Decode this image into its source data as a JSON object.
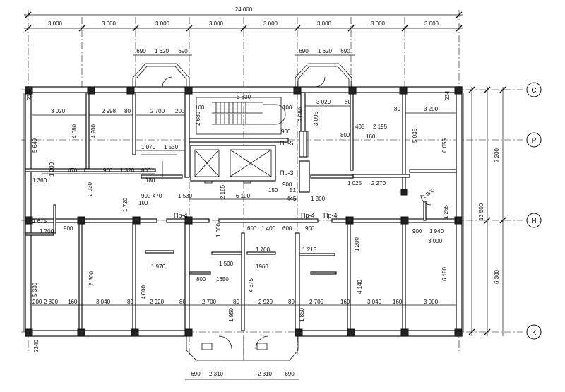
{
  "dimensions": {
    "overall_width": "24 000",
    "bays": [
      "3 000",
      "3 000",
      "3 000",
      "3 000",
      "3 000",
      "3 000",
      "3 000",
      "3 000"
    ],
    "right": [
      "7 200",
      "13 500",
      "6 300"
    ]
  },
  "bay_top": {
    "left": [
      "690",
      "1 620",
      "690"
    ],
    "right": [
      "690",
      "1 620",
      "690"
    ]
  },
  "bottom_dims": [
    "690",
    "2 310",
    "2 310",
    "690"
  ],
  "axes": [
    "С",
    "Р",
    "Н",
    "К"
  ],
  "openings": [
    "Пр-5",
    "Пр-3",
    "Пр-4",
    "Пр-4",
    "Пр-4"
  ],
  "upper": {
    "w1": "3 020",
    "w2": "2 998",
    "w3": "2 700",
    "w4": "3 020",
    "w5": "3 200",
    "s1": "80",
    "s2": "200",
    "s3": "80",
    "s4": "80",
    "s5": "234",
    "s6": "100",
    "h1": "5 640",
    "h2": "4 080",
    "h3": "4 200",
    "h4": "2 680",
    "h5": "2 080",
    "h6": "3 095",
    "h7": "5 035",
    "h8": "6 055",
    "stair": "5 830",
    "d900": "900",
    "d800": "800",
    "d405": "405",
    "d2195": "2 195",
    "d160": "160"
  },
  "mid": {
    "d1070": "1 070",
    "d1530": "1 530",
    "d870": "870",
    "d900": "900",
    "d1320": "1 320",
    "d800": "800",
    "d1200": "1 200",
    "d1360": "1 360",
    "d2930": "2 930",
    "d1720": "1 720",
    "d180": "180",
    "d470": "470",
    "d100": "100",
    "d2185": "2 185",
    "d6100": "6 100",
    "d150": "150",
    "d51": "51",
    "d445": "445",
    "d1025": "1 025",
    "d2270": "2 270",
    "d1265": "1 265"
  },
  "lower": {
    "row": [
      "200",
      "2 820",
      "160",
      "3 040",
      "80",
      "2 920",
      "80",
      "2 700",
      "80",
      "2 920",
      "80",
      "2 700",
      "160",
      "3 040",
      "160",
      "3 000"
    ],
    "d1700": "1 700",
    "d900": "900",
    "d1675": "1 675",
    "d1970": "1 970",
    "d1500": "1 500",
    "d1650": "1650",
    "d800": "800",
    "d1960": "1960",
    "d1215": "1 215",
    "d1400": "1 400",
    "d600": "600",
    "d1940": "1 940",
    "h5330": "5 330",
    "h6300": "6 300",
    "h4600": "4 600",
    "h4375": "4 375",
    "h4140": "4 140",
    "h6180": "6 180",
    "h1950": "1 950",
    "h1850": "1 850",
    "h1000": "1 000",
    "h1200": "1 200",
    "h2340": "2340"
  }
}
